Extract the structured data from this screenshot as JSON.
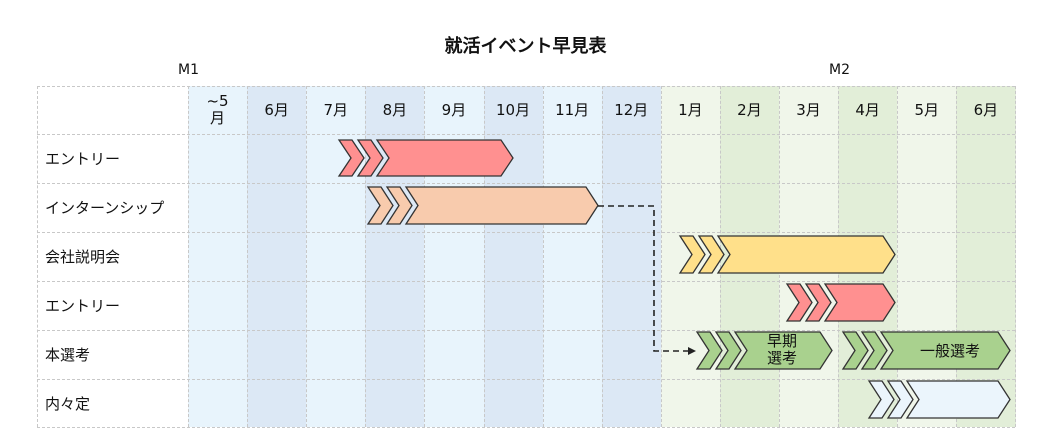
{
  "title": "就活イベント早見表",
  "phases": [
    "M1",
    "M2"
  ],
  "months": [
    "~5\n月",
    "6月",
    "7月",
    "8月",
    "9月",
    "10月",
    "11月",
    "12月",
    "1月",
    "2月",
    "3月",
    "4月",
    "5月",
    "6月"
  ],
  "rows": [
    "エントリー",
    "インターンシップ",
    "会社説明会",
    "エントリー",
    "本選考",
    "内々定"
  ],
  "arrow_labels": {
    "early": "早期\n選考",
    "general": "一般選考"
  },
  "colors": {
    "m1_light": "#e8f4fc",
    "m1_dark": "#dce8f5",
    "m2_light": "#f0f6ea",
    "m2_dark": "#e2eed8",
    "red": "#ff9090",
    "peach": "#f8cbad",
    "yellow": "#ffe08a",
    "green": "#a9d18e",
    "lightblue": "#ebf5fc"
  }
}
